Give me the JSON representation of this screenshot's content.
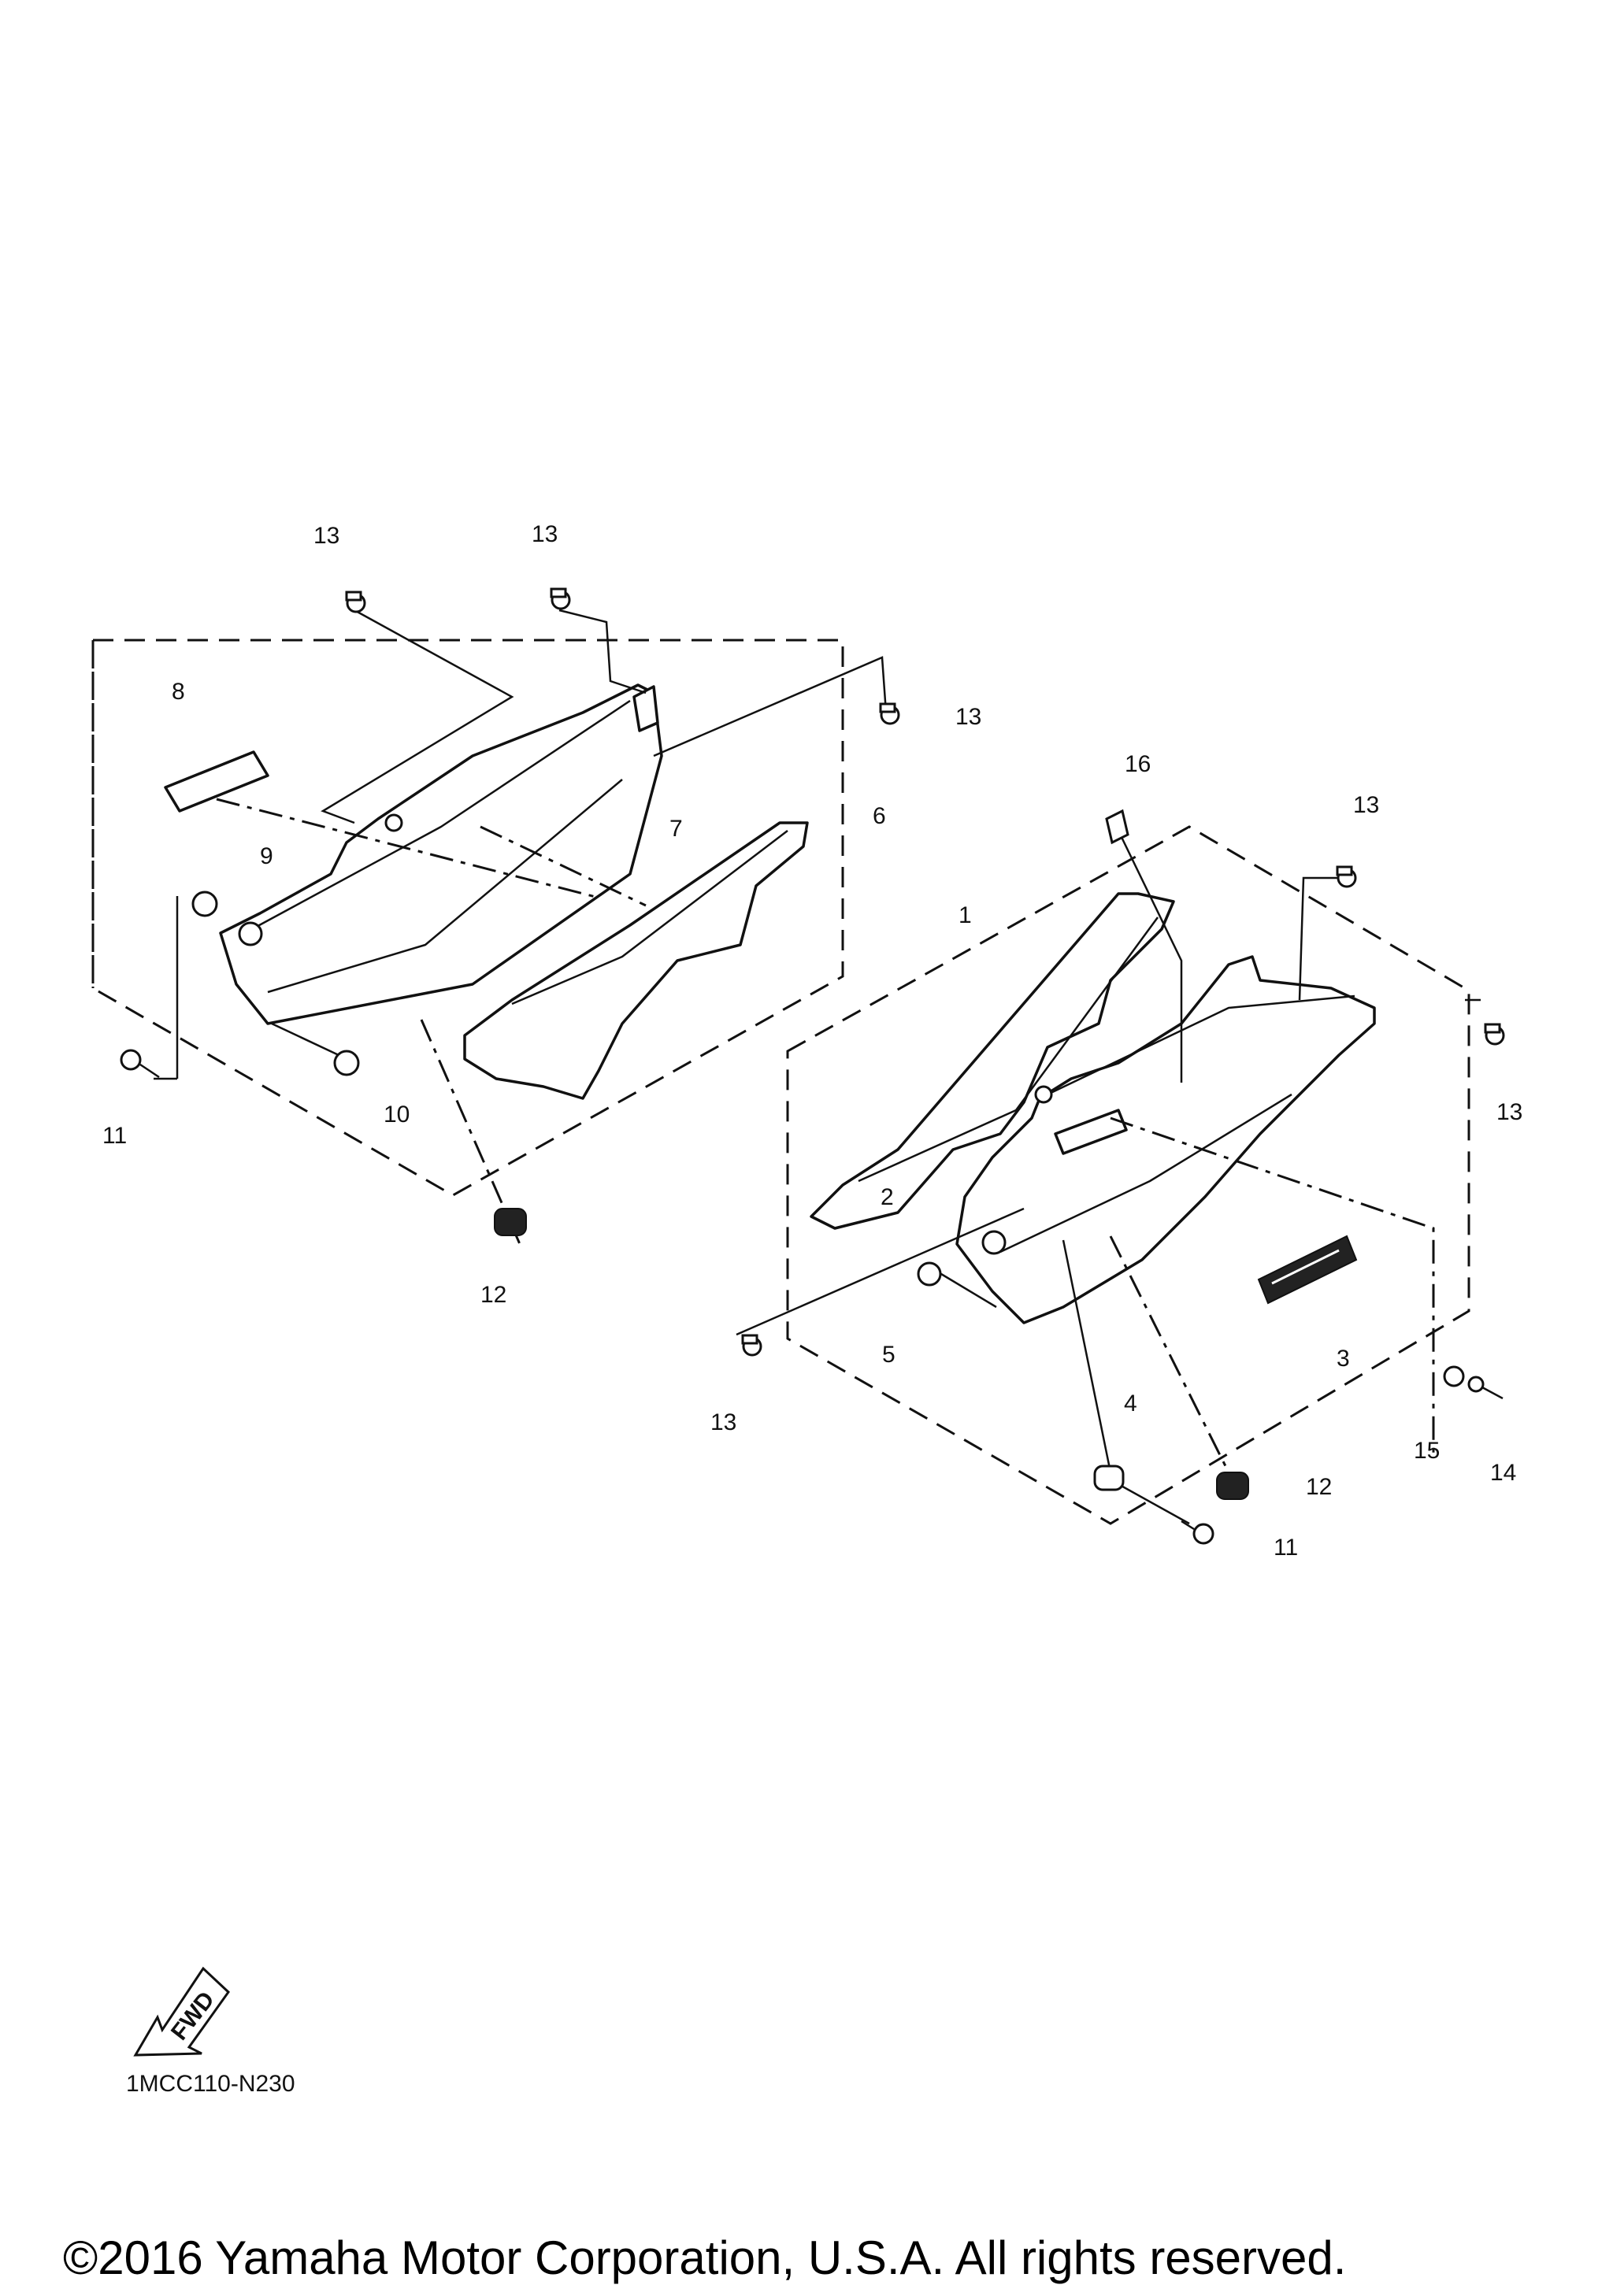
{
  "diagram": {
    "callouts": {
      "c1": "1",
      "c2": "2",
      "c3": "3",
      "c4": "4",
      "c5": "5",
      "c6": "6",
      "c7": "7",
      "c8": "8",
      "c9": "9",
      "c10": "10",
      "c11a": "11",
      "c11b": "11",
      "c12a": "12",
      "c12b": "12",
      "c13a": "13",
      "c13b": "13",
      "c13c": "13",
      "c13d": "13",
      "c13e": "13",
      "c13f": "13",
      "c14": "14",
      "c15": "15",
      "c16": "16"
    },
    "fwd_label": "FWD",
    "diagram_code": "1MCC110-N230",
    "copyright": "©2016 Yamaha Motor Corporation, U.S.A. All rights reserved."
  }
}
